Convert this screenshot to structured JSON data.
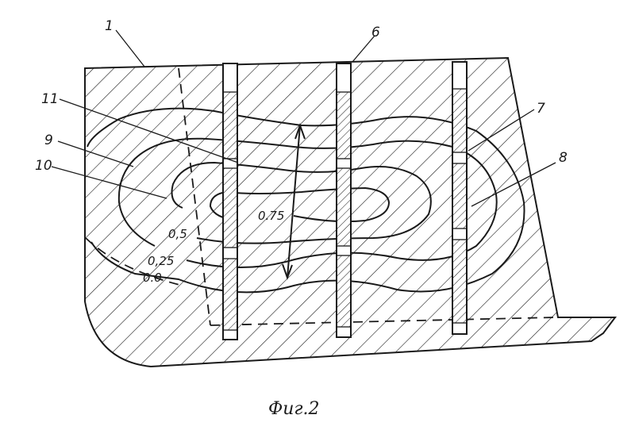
{
  "colors": {
    "ink": "#1a1a1a",
    "paper": "#ffffff"
  },
  "labels": {
    "l1": "1",
    "l6": "6",
    "l7": "7",
    "l8": "8",
    "l9": "9",
    "l10": "10",
    "l11": "11"
  },
  "isolines": {
    "v075": "0.75",
    "v05": "0,5",
    "v025": "0,25",
    "v00": "0.0"
  },
  "caption": "Фиг.2"
}
